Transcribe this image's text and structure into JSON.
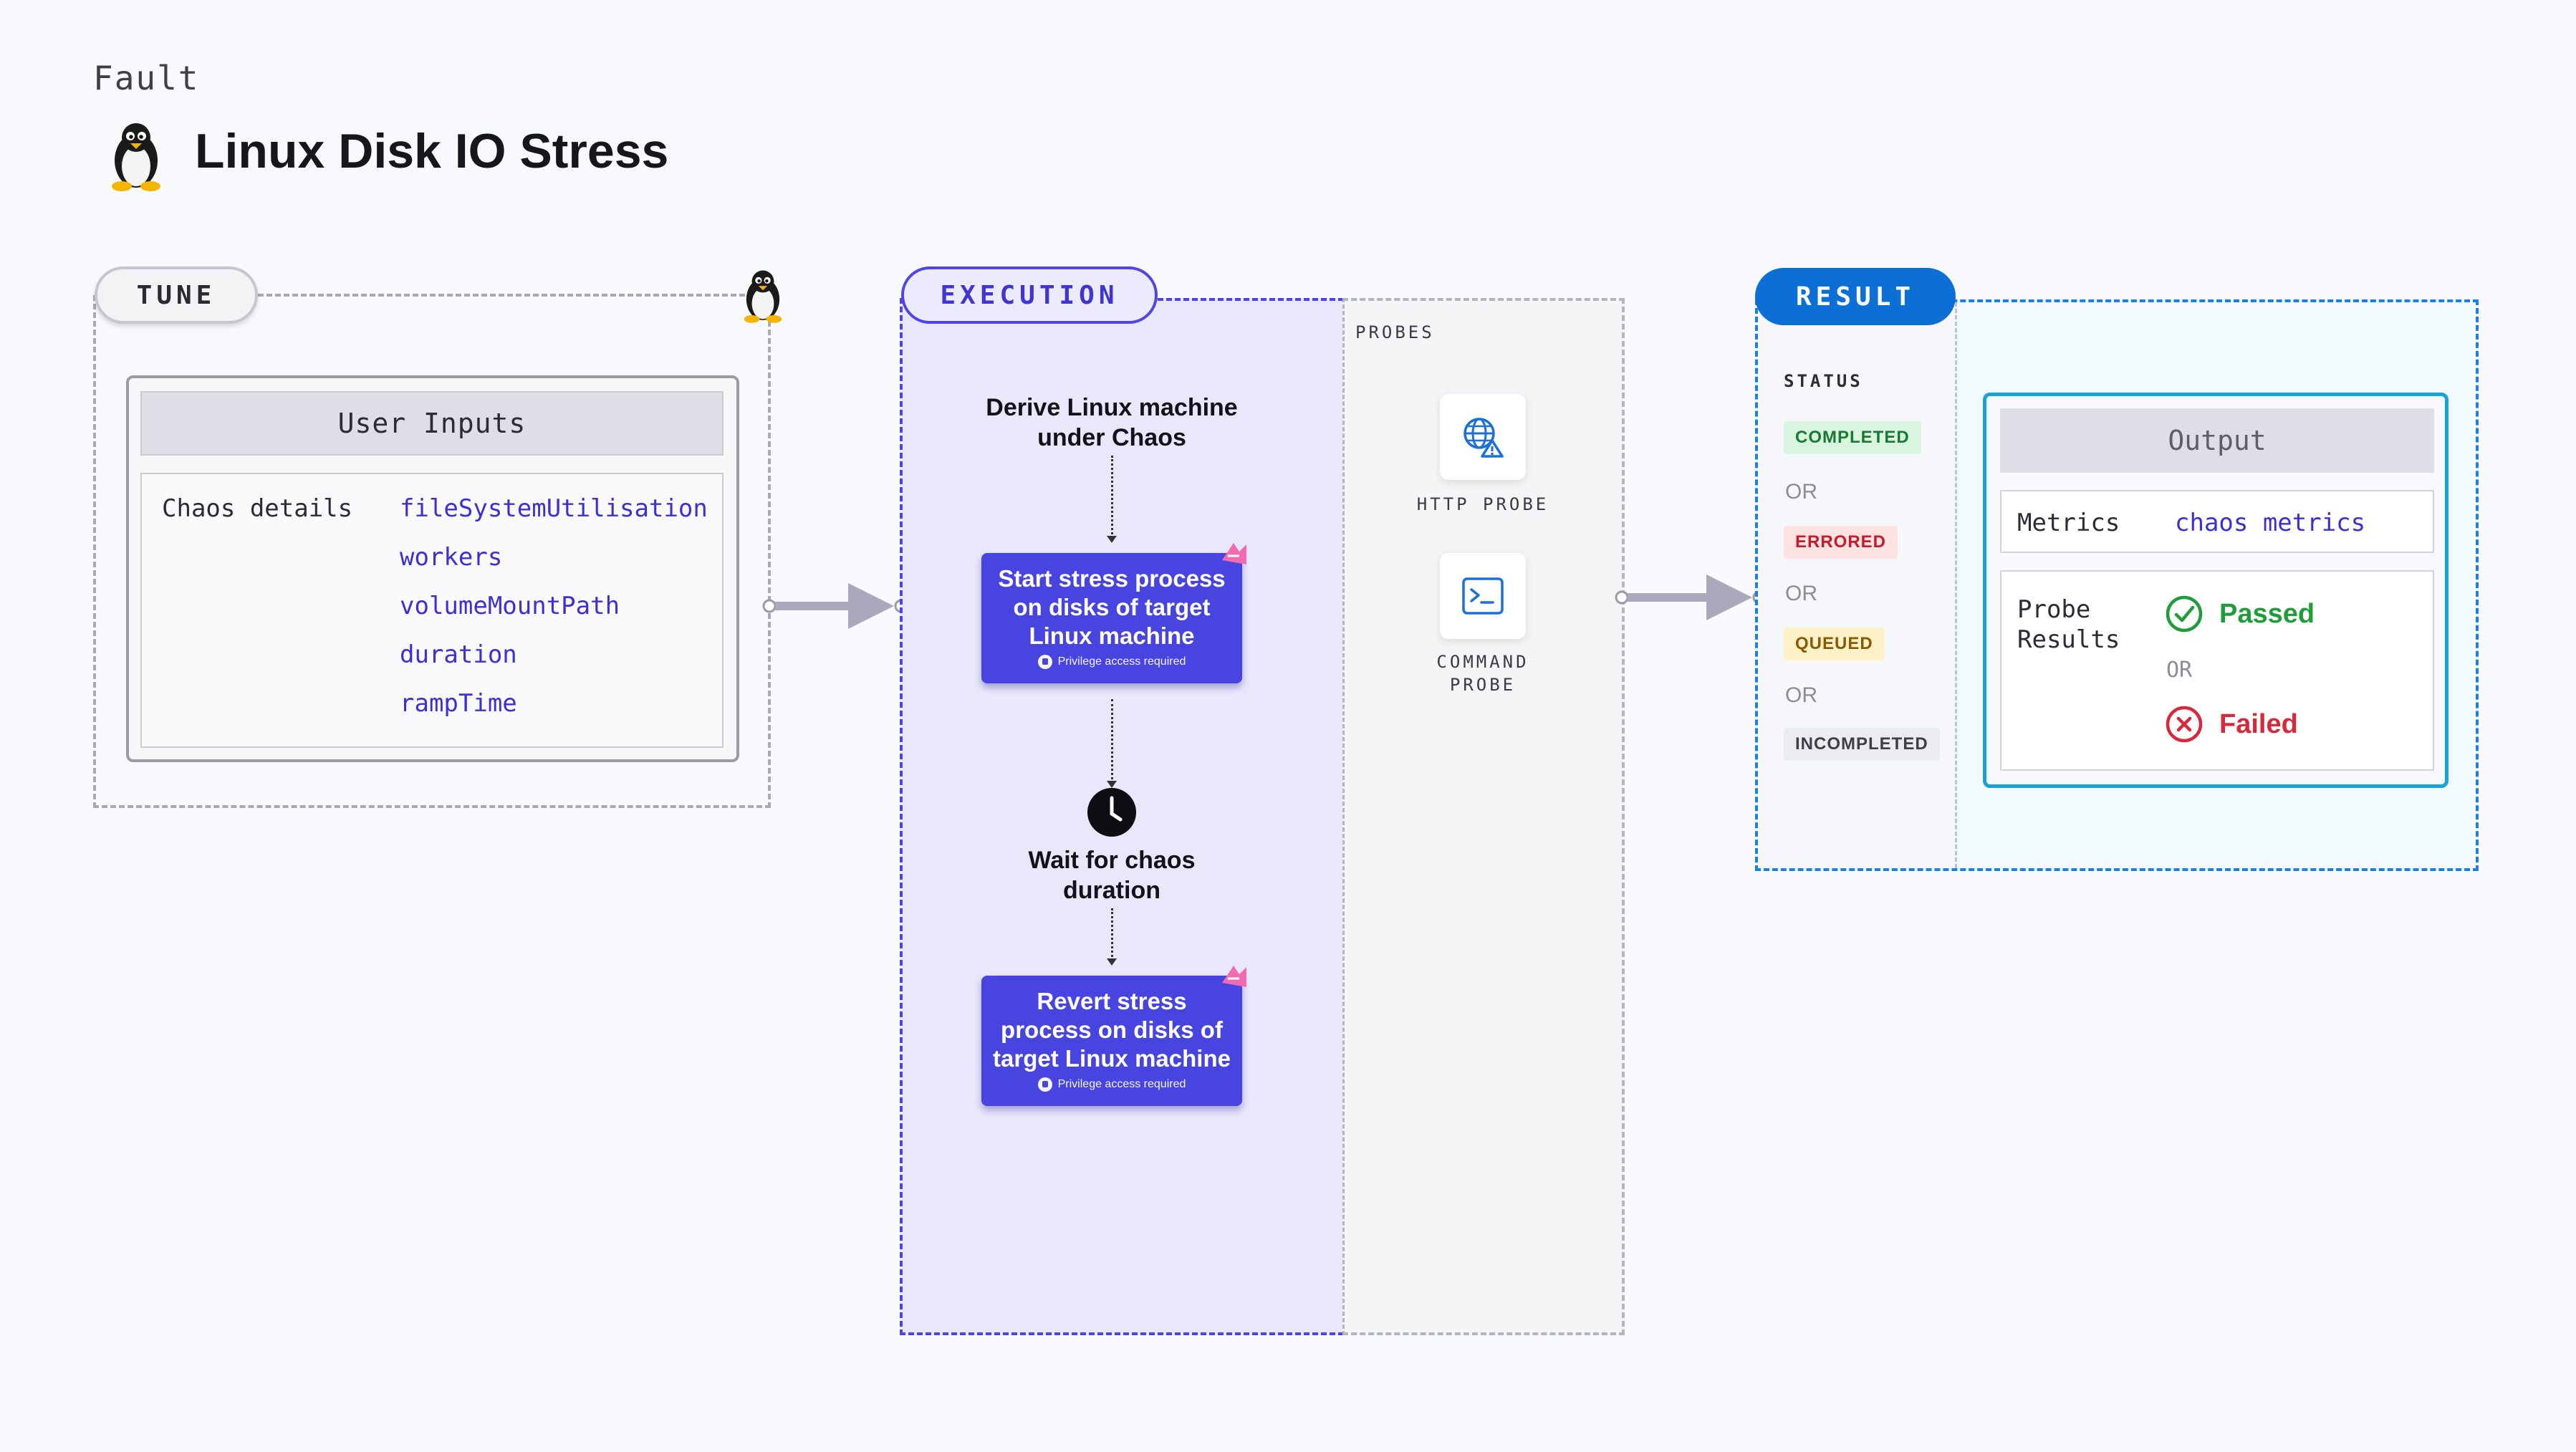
{
  "header": {
    "kicker": "Fault",
    "title": "Linux Disk IO Stress"
  },
  "tune": {
    "pill": "TUNE",
    "user_inputs_title": "User Inputs",
    "chaos_details_label": "Chaos details",
    "params": [
      "fileSystemUtilisation",
      "workers",
      "volumeMountPath",
      "duration",
      "rampTime"
    ]
  },
  "execution": {
    "pill": "EXECUTION",
    "step1": [
      "Derive Linux machine",
      "under Chaos"
    ],
    "action1": [
      "Start stress process",
      "on disks of target",
      "Linux machine"
    ],
    "privilege_text": "Privilege access required",
    "wait": [
      "Wait for chaos",
      "duration"
    ],
    "action2": [
      "Revert stress",
      "process on disks of",
      "target Linux machine"
    ]
  },
  "probes": {
    "label": "PROBES",
    "http": [
      "HTTP PROBE"
    ],
    "command": [
      "COMMAND",
      "PROBE"
    ]
  },
  "result": {
    "pill": "RESULT",
    "status_label": "STATUS",
    "statuses": [
      "COMPLETED",
      "ERRORED",
      "QUEUED",
      "INCOMPLETED"
    ],
    "or": "OR",
    "output_title": "Output",
    "metrics_label": "Metrics",
    "metrics_value": "chaos metrics",
    "probe_results_label": [
      "Probe",
      "Results"
    ],
    "passed": "Passed",
    "failed": "Failed"
  },
  "colors": {
    "execution_accent": "#4f46e5",
    "action_fill": "#4744e0",
    "result_accent": "#0b6fd6",
    "output_border": "#17a3d6",
    "completed": "#d9f5df",
    "errored": "#fde2e2",
    "queued": "#fdf1c7",
    "incompleted": "#ececf0",
    "passed": "#1f9d3a",
    "failed": "#d8283b"
  },
  "icons": [
    "linux-penguin-icon",
    "clock-icon",
    "globe-warning-icon",
    "terminal-icon",
    "check-circle-icon",
    "x-circle-icon",
    "harness-logo-icon"
  ]
}
